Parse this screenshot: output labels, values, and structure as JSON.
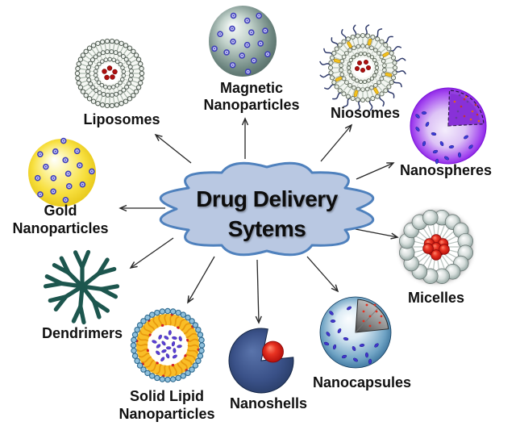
{
  "title": "Drug Delivery Systems diagram",
  "center": {
    "line1": "Drug Delivery",
    "line2": "Sytems"
  },
  "nodes": [
    {
      "id": "liposomes",
      "lines": [
        "Liposomes"
      ]
    },
    {
      "id": "magnetic-nanoparticles",
      "lines": [
        "Magnetic",
        "Nanoparticles"
      ]
    },
    {
      "id": "niosomes",
      "lines": [
        "Niosomes"
      ]
    },
    {
      "id": "nanospheres",
      "lines": [
        "Nanospheres"
      ]
    },
    {
      "id": "gold-nanoparticles",
      "lines": [
        "Gold",
        "Nanoparticles"
      ]
    },
    {
      "id": "micelles",
      "lines": [
        "Micelles"
      ]
    },
    {
      "id": "dendrimers",
      "lines": [
        "Dendrimers"
      ]
    },
    {
      "id": "nanocapsules",
      "lines": [
        "Nanocapsules"
      ]
    },
    {
      "id": "nanoshells",
      "lines": [
        "Nanoshells"
      ]
    },
    {
      "id": "solid-lipid-nanoparticles",
      "lines": [
        "Solid Lipid",
        "Nanoparticles"
      ]
    }
  ],
  "colors": {
    "cloud_fill": "#b9c8e2",
    "cloud_stroke": "#4f81bd",
    "text": "#111111",
    "arrow": "#262626",
    "gold_sphere": "#f2cf0e",
    "magnetic_sphere": "#3d524d",
    "nanosphere_purple": "#8a17e8",
    "nanocapsule_blue": "#1b5080",
    "nanoshell_navy": "#33497e",
    "red_payload": "#cc1414",
    "dendrimer_teal": "#1d564e",
    "slnp_yellow": "#f6b31b",
    "slnp_bead_blue": "#6ca0c0"
  }
}
